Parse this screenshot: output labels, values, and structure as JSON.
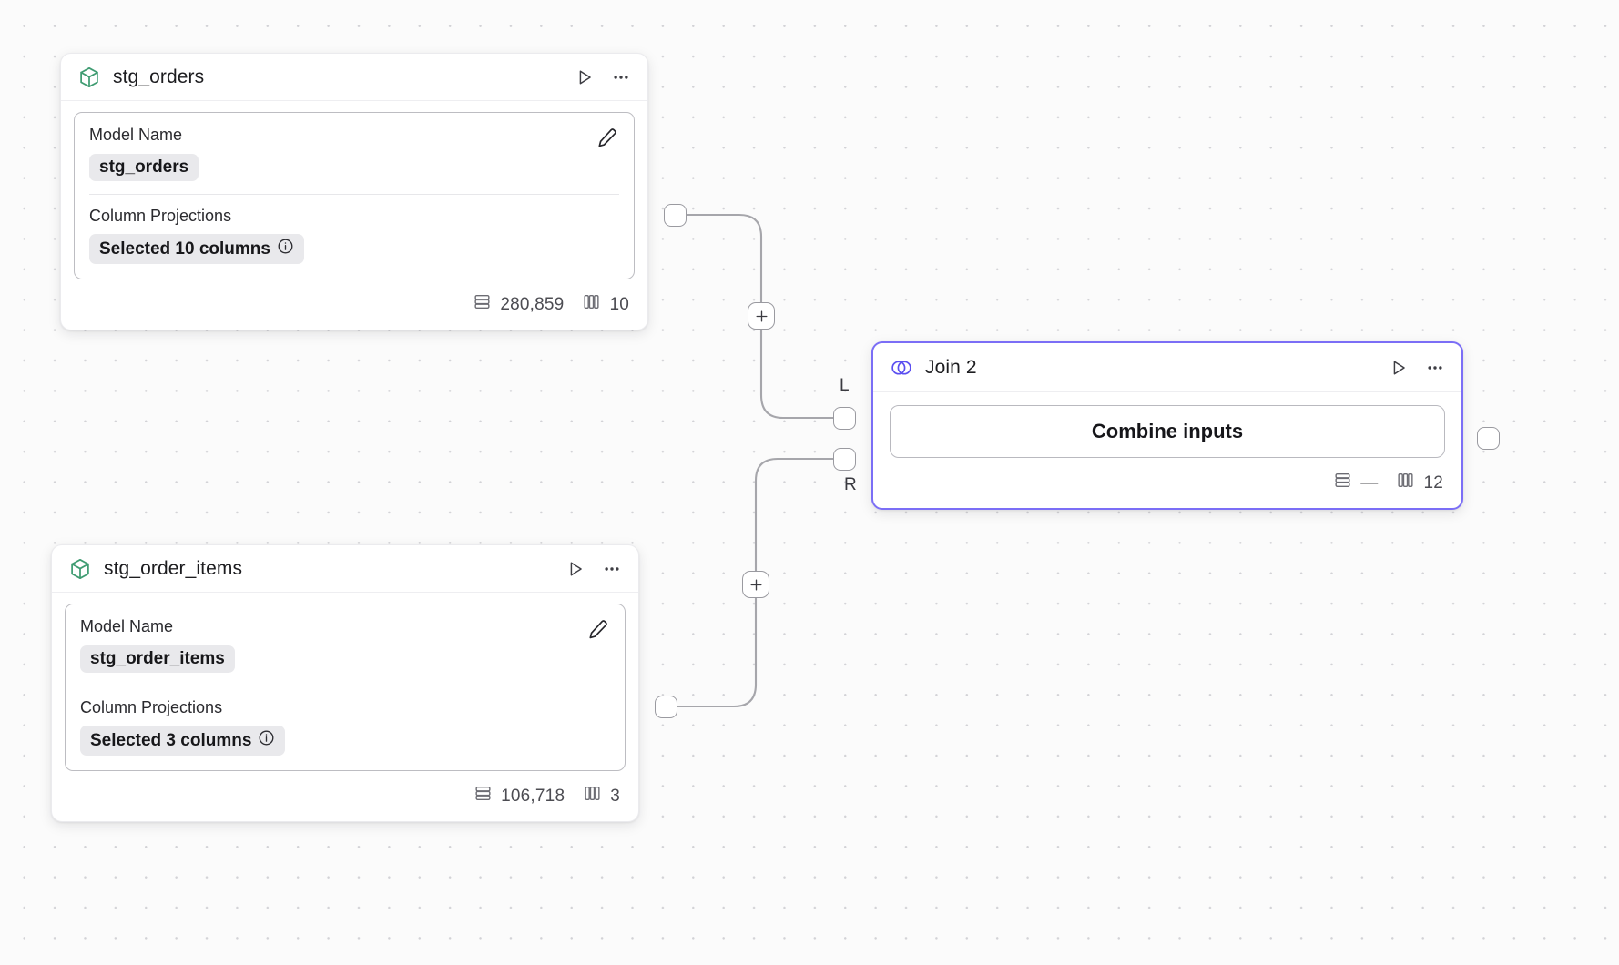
{
  "canvas": {
    "background_color": "#fbfbfb",
    "grid_dot_color": "#d2d2d6"
  },
  "theme": {
    "model_accent": "#3f9c72",
    "join_accent": "#7b6ef6",
    "text_primary": "#1d1d20",
    "text_muted": "#59595f",
    "pill_bg": "#e9e9ec"
  },
  "nodes": [
    {
      "id": "stg_orders",
      "type": "model",
      "title": "stg_orders",
      "icon": "cube-icon",
      "actions": {
        "run": "run-icon",
        "more": "more-icon",
        "edit": "edit-pencil-icon"
      },
      "fields": [
        {
          "label": "Model Name",
          "value": "stg_orders"
        },
        {
          "label": "Column Projections",
          "value": "Selected 10 columns",
          "info": "info-icon"
        }
      ],
      "stats": {
        "rows_icon": "rows-icon",
        "rows": "280,859",
        "columns_icon": "columns-icon",
        "columns": "10"
      }
    },
    {
      "id": "stg_order_items",
      "type": "model",
      "title": "stg_order_items",
      "icon": "cube-icon",
      "actions": {
        "run": "run-icon",
        "more": "more-icon",
        "edit": "edit-pencil-icon"
      },
      "fields": [
        {
          "label": "Model Name",
          "value": "stg_order_items"
        },
        {
          "label": "Column Projections",
          "value": "Selected 3 columns",
          "info": "info-icon"
        }
      ],
      "stats": {
        "rows_icon": "rows-icon",
        "rows": "106,718",
        "columns_icon": "columns-icon",
        "columns": "3"
      }
    },
    {
      "id": "join_2",
      "type": "join",
      "title": "Join 2",
      "icon": "venn-icon",
      "actions": {
        "run": "run-icon",
        "more": "more-icon"
      },
      "action_button": "Combine inputs",
      "input_labels": {
        "left": "L",
        "right": "R"
      },
      "stats": {
        "rows_icon": "rows-icon",
        "rows": "—",
        "columns_icon": "columns-icon",
        "columns": "12"
      }
    }
  ],
  "edge_controls": [
    {
      "id": "add-node-top",
      "label": "+"
    },
    {
      "id": "add-node-bottom",
      "label": "+"
    }
  ]
}
